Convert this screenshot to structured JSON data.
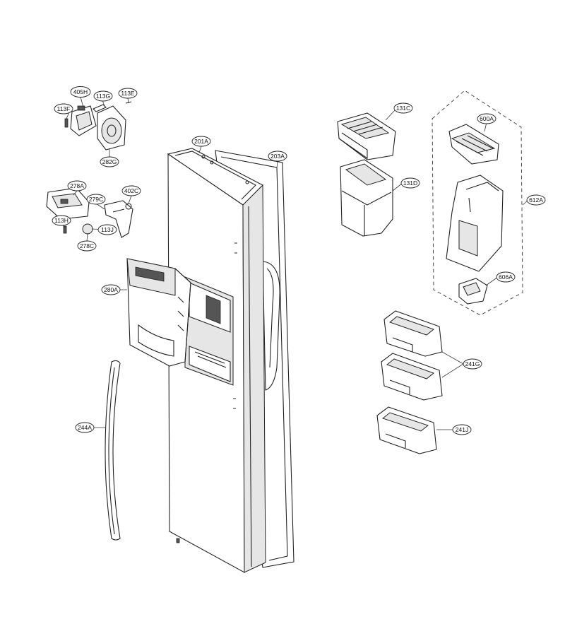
{
  "callouts": {
    "c405H": "405H",
    "c113G": "113G",
    "c113E": "113E",
    "c113F": "113F",
    "c282G": "282G",
    "c201A": "201A",
    "c203A": "203A",
    "c278A": "278A",
    "c279C": "279C",
    "c402C": "402C",
    "c113H": "113H",
    "c113J": "113J",
    "c278C": "278C",
    "c280A": "280A",
    "c244A": "244A",
    "c131C": "131C",
    "c131D": "131D",
    "c600A": "600A",
    "c612A": "612A",
    "c606A": "606A",
    "c241G": "241G",
    "c241J": "241J"
  }
}
